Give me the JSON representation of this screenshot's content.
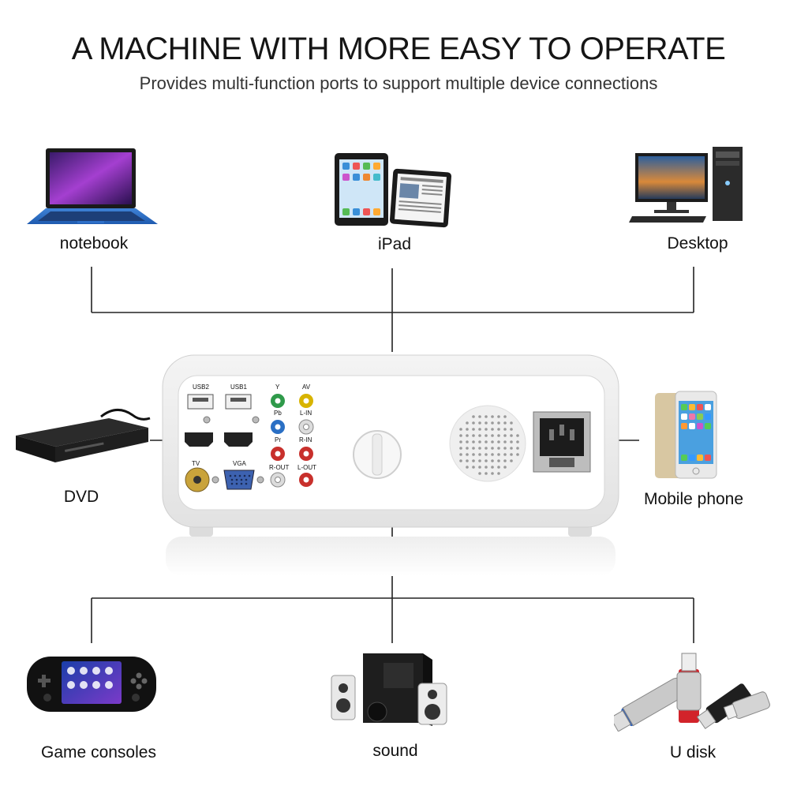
{
  "title": "A MACHINE WITH MORE EASY TO OPERATE",
  "subtitle": "Provides multi-function ports to support multiple device connections",
  "devices": {
    "notebook": "notebook",
    "ipad": "iPad",
    "desktop": "Desktop",
    "dvd": "DVD",
    "mobile": "Mobile phone",
    "game": "Game consoles",
    "sound": "sound",
    "udisk": "U disk"
  },
  "ports": {
    "usb2": "USB2",
    "usb1": "USB1",
    "tv": "TV",
    "vga": "VGA",
    "y": "Y",
    "pb": "Pb",
    "pr": "Pr",
    "rout": "R-OUT",
    "av": "AV",
    "lin": "L-IN",
    "rin": "R-IN",
    "lout": "L-OUT"
  },
  "colors": {
    "line": "#222222",
    "rca_yellow": "#d8b400",
    "rca_green": "#2f9a4a",
    "rca_blue": "#2a6fc4",
    "rca_red": "#c8302c",
    "rca_white": "#dcdcdc",
    "vga_blue": "#3d62b0"
  }
}
